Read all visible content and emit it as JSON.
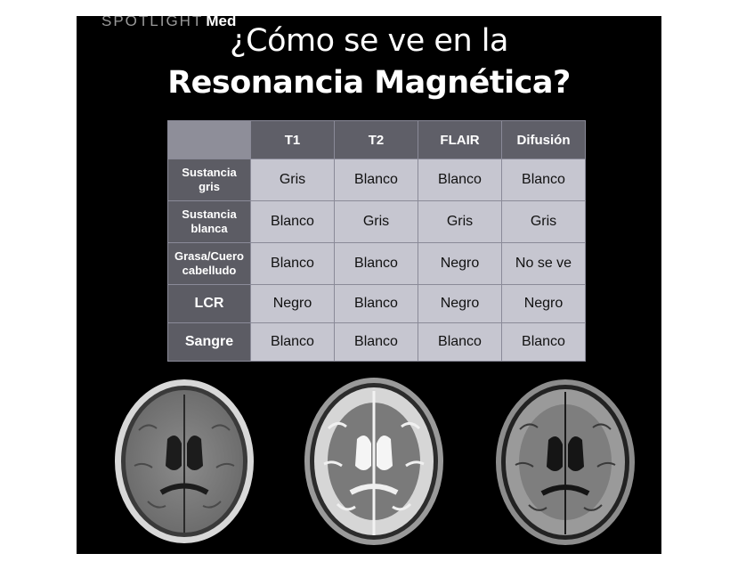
{
  "logo": {
    "spot": "SPOTLIGHT",
    "med": "Med"
  },
  "title": {
    "line1": "¿Cómo se ve en la",
    "line2": "Resonancia Magnética?"
  },
  "table": {
    "headers": [
      "T1",
      "T2",
      "FLAIR",
      "Difusión"
    ],
    "rows": [
      {
        "label_line1": "Sustancia",
        "label_line2": "gris",
        "cells": [
          "Gris",
          "Blanco",
          "Blanco",
          "Blanco"
        ]
      },
      {
        "label_line1": "Sustancia",
        "label_line2": "blanca",
        "cells": [
          "Blanco",
          "Gris",
          "Gris",
          "Gris"
        ]
      },
      {
        "label_line1": "Grasa/Cuero",
        "label_line2": "cabelludo",
        "cells": [
          "Blanco",
          "Blanco",
          "Negro",
          "No se ve"
        ]
      },
      {
        "label_line1": "LCR",
        "label_line2": "",
        "cells": [
          "Negro",
          "Blanco",
          "Negro",
          "Negro"
        ]
      },
      {
        "label_line1": "Sangre",
        "label_line2": "",
        "cells": [
          "Blanco",
          "Blanco",
          "Blanco",
          "Blanco"
        ]
      }
    ]
  },
  "colors": {
    "background": "#000000",
    "header": "#5f5f68",
    "cell": "#c6c6d0",
    "corner": "#8e8e99"
  }
}
